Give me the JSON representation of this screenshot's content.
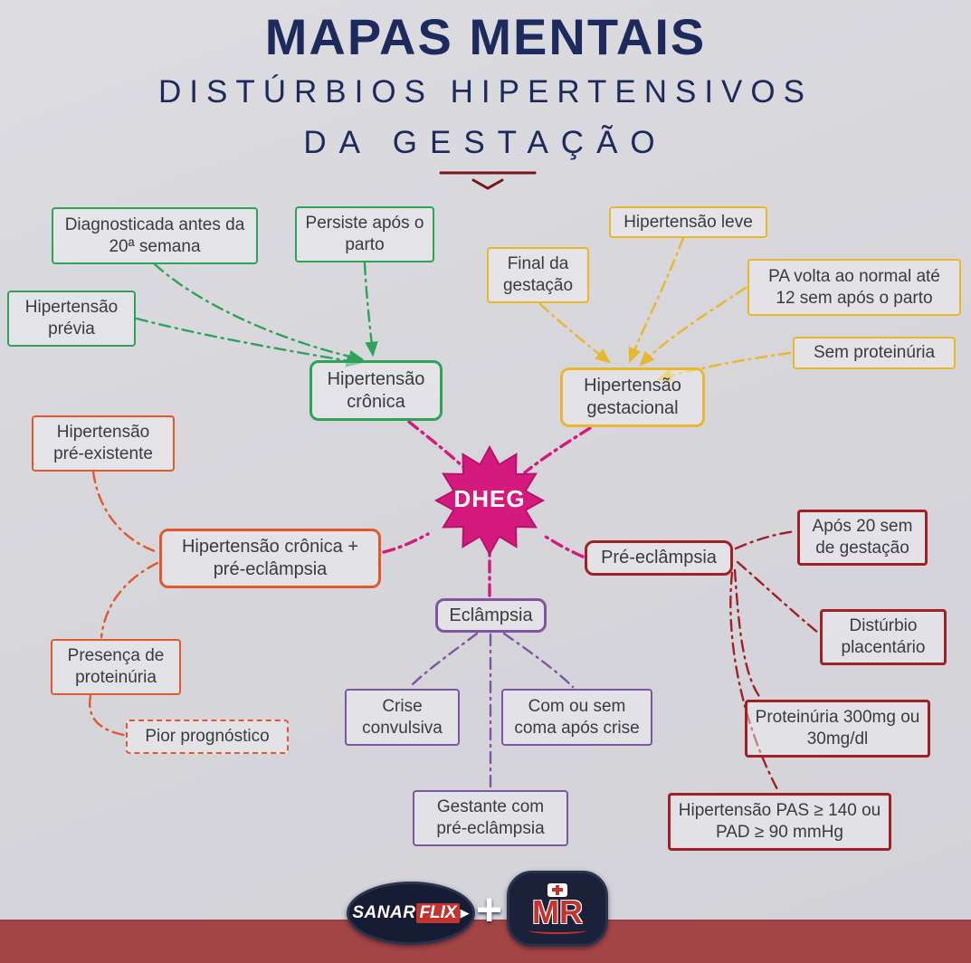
{
  "title": "MAPAS MENTAIS",
  "subtitle_line1": "DISTÚRBIOS HIPERTENSIVOS",
  "subtitle_line2": "DA GESTAÇÃO",
  "center": {
    "label": "DHEG"
  },
  "colors": {
    "navy": "#1c2a5c",
    "green": "#2ea357",
    "yellow": "#e9b72b",
    "orange": "#e2582c",
    "dark_red": "#a22025",
    "purple": "#7e55a0",
    "magenta": "#d41a7e",
    "footer_band": "#a34547"
  },
  "nodes": {
    "diagnosticada": {
      "label": "Diagnosticada antes da 20ª semana"
    },
    "persiste": {
      "label": "Persiste após o parto"
    },
    "previa": {
      "label": "Hipertensão prévia"
    },
    "cronica": {
      "label": "Hipertensão crônica"
    },
    "final_gestacao": {
      "label": "Final da gestação"
    },
    "leve": {
      "label": "Hipertensão leve"
    },
    "pa_volta": {
      "label": "PA volta ao normal até 12 sem após o parto"
    },
    "sem_proteinuria": {
      "label": "Sem proteinúria"
    },
    "gestacional": {
      "label": "Hipertensão gestacional"
    },
    "pre_existente": {
      "label": "Hipertensão pré-existente"
    },
    "cronica_pe": {
      "label": "Hipertensão crônica + pré-eclâmpsia"
    },
    "presenca_proteinuria": {
      "label": "Presença de proteinúria"
    },
    "pior_prognostico": {
      "label": "Pior prognóstico"
    },
    "pre_eclampsia": {
      "label": "Pré-eclâmpsia"
    },
    "apos_20_sem": {
      "label": "Após 20 sem de gestação"
    },
    "disturbio_placentario": {
      "label": "Distúrbio placentário"
    },
    "proteinuria_300": {
      "label": "Proteinúria 300mg ou 30mg/dl"
    },
    "pas_140": {
      "label": "Hipertensão PAS ≥ 140 ou PAD ≥ 90 mmHg"
    },
    "eclampsia": {
      "label": "Eclâmpsia"
    },
    "crise_convulsiva": {
      "label": "Crise convulsiva"
    },
    "coma_apos_crise": {
      "label": "Com ou sem coma após crise"
    },
    "gestante_pe": {
      "label": "Gestante com pré-eclâmpsia"
    }
  },
  "footer": {
    "logo1_part1": "SANAR",
    "logo1_part2": "FLIX",
    "logo1_arrow": "▶",
    "plus": "+",
    "logo2": "MR"
  }
}
